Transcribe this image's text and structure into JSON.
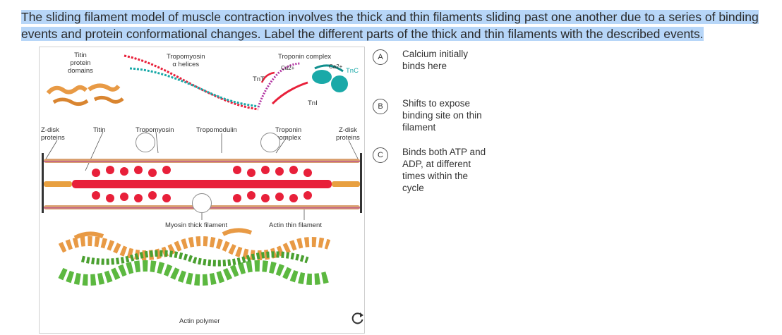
{
  "question": {
    "text": "The sliding filament model of muscle contraction involves the thick and thin filaments sliding past one another due to a series of binding events and protein conformational changes. Label the different parts of the thick and thin filaments with the described events."
  },
  "figure_labels": {
    "titin_protein_domains": "Titin\nprotein\ndomains",
    "tropomyosin_helices": "Tropomyosin\nα helices",
    "troponin_complex_top": "Troponin complex",
    "ca_left": "Ca2+",
    "ca_right": "Ca2+",
    "tnc": "TnC",
    "tnt": "TnT",
    "tni": "TnI",
    "z_disk_left": "Z-disk\nproteins",
    "titin": "Titin",
    "tropomyosin": "Tropomyosin",
    "tropomodulin": "Tropomodulin",
    "troponin_complex": "Troponin\ncomplex",
    "z_disk_right": "Z-disk\nproteins",
    "myosin_thick": "Myosin thick filament",
    "actin_thin": "Actin thin filament",
    "actin_polymer": "Actin polymer"
  },
  "options": [
    {
      "letter": "A",
      "text": "Calcium initially binds here"
    },
    {
      "letter": "B",
      "text": "Shifts to expose binding site on thin filament"
    },
    {
      "letter": "C",
      "text": "Binds both ATP and ADP, at different times within the cycle"
    }
  ],
  "colors": {
    "highlight": "#b7d6f8",
    "myosin": "#e8203a",
    "actin": "#d9a070",
    "titin": "#e8a040",
    "protein_orange": "#e89a45",
    "protein_green": "#5cb840",
    "troponin_teal": "#1aa9a8"
  },
  "icons": {
    "reset": "reset-icon"
  }
}
